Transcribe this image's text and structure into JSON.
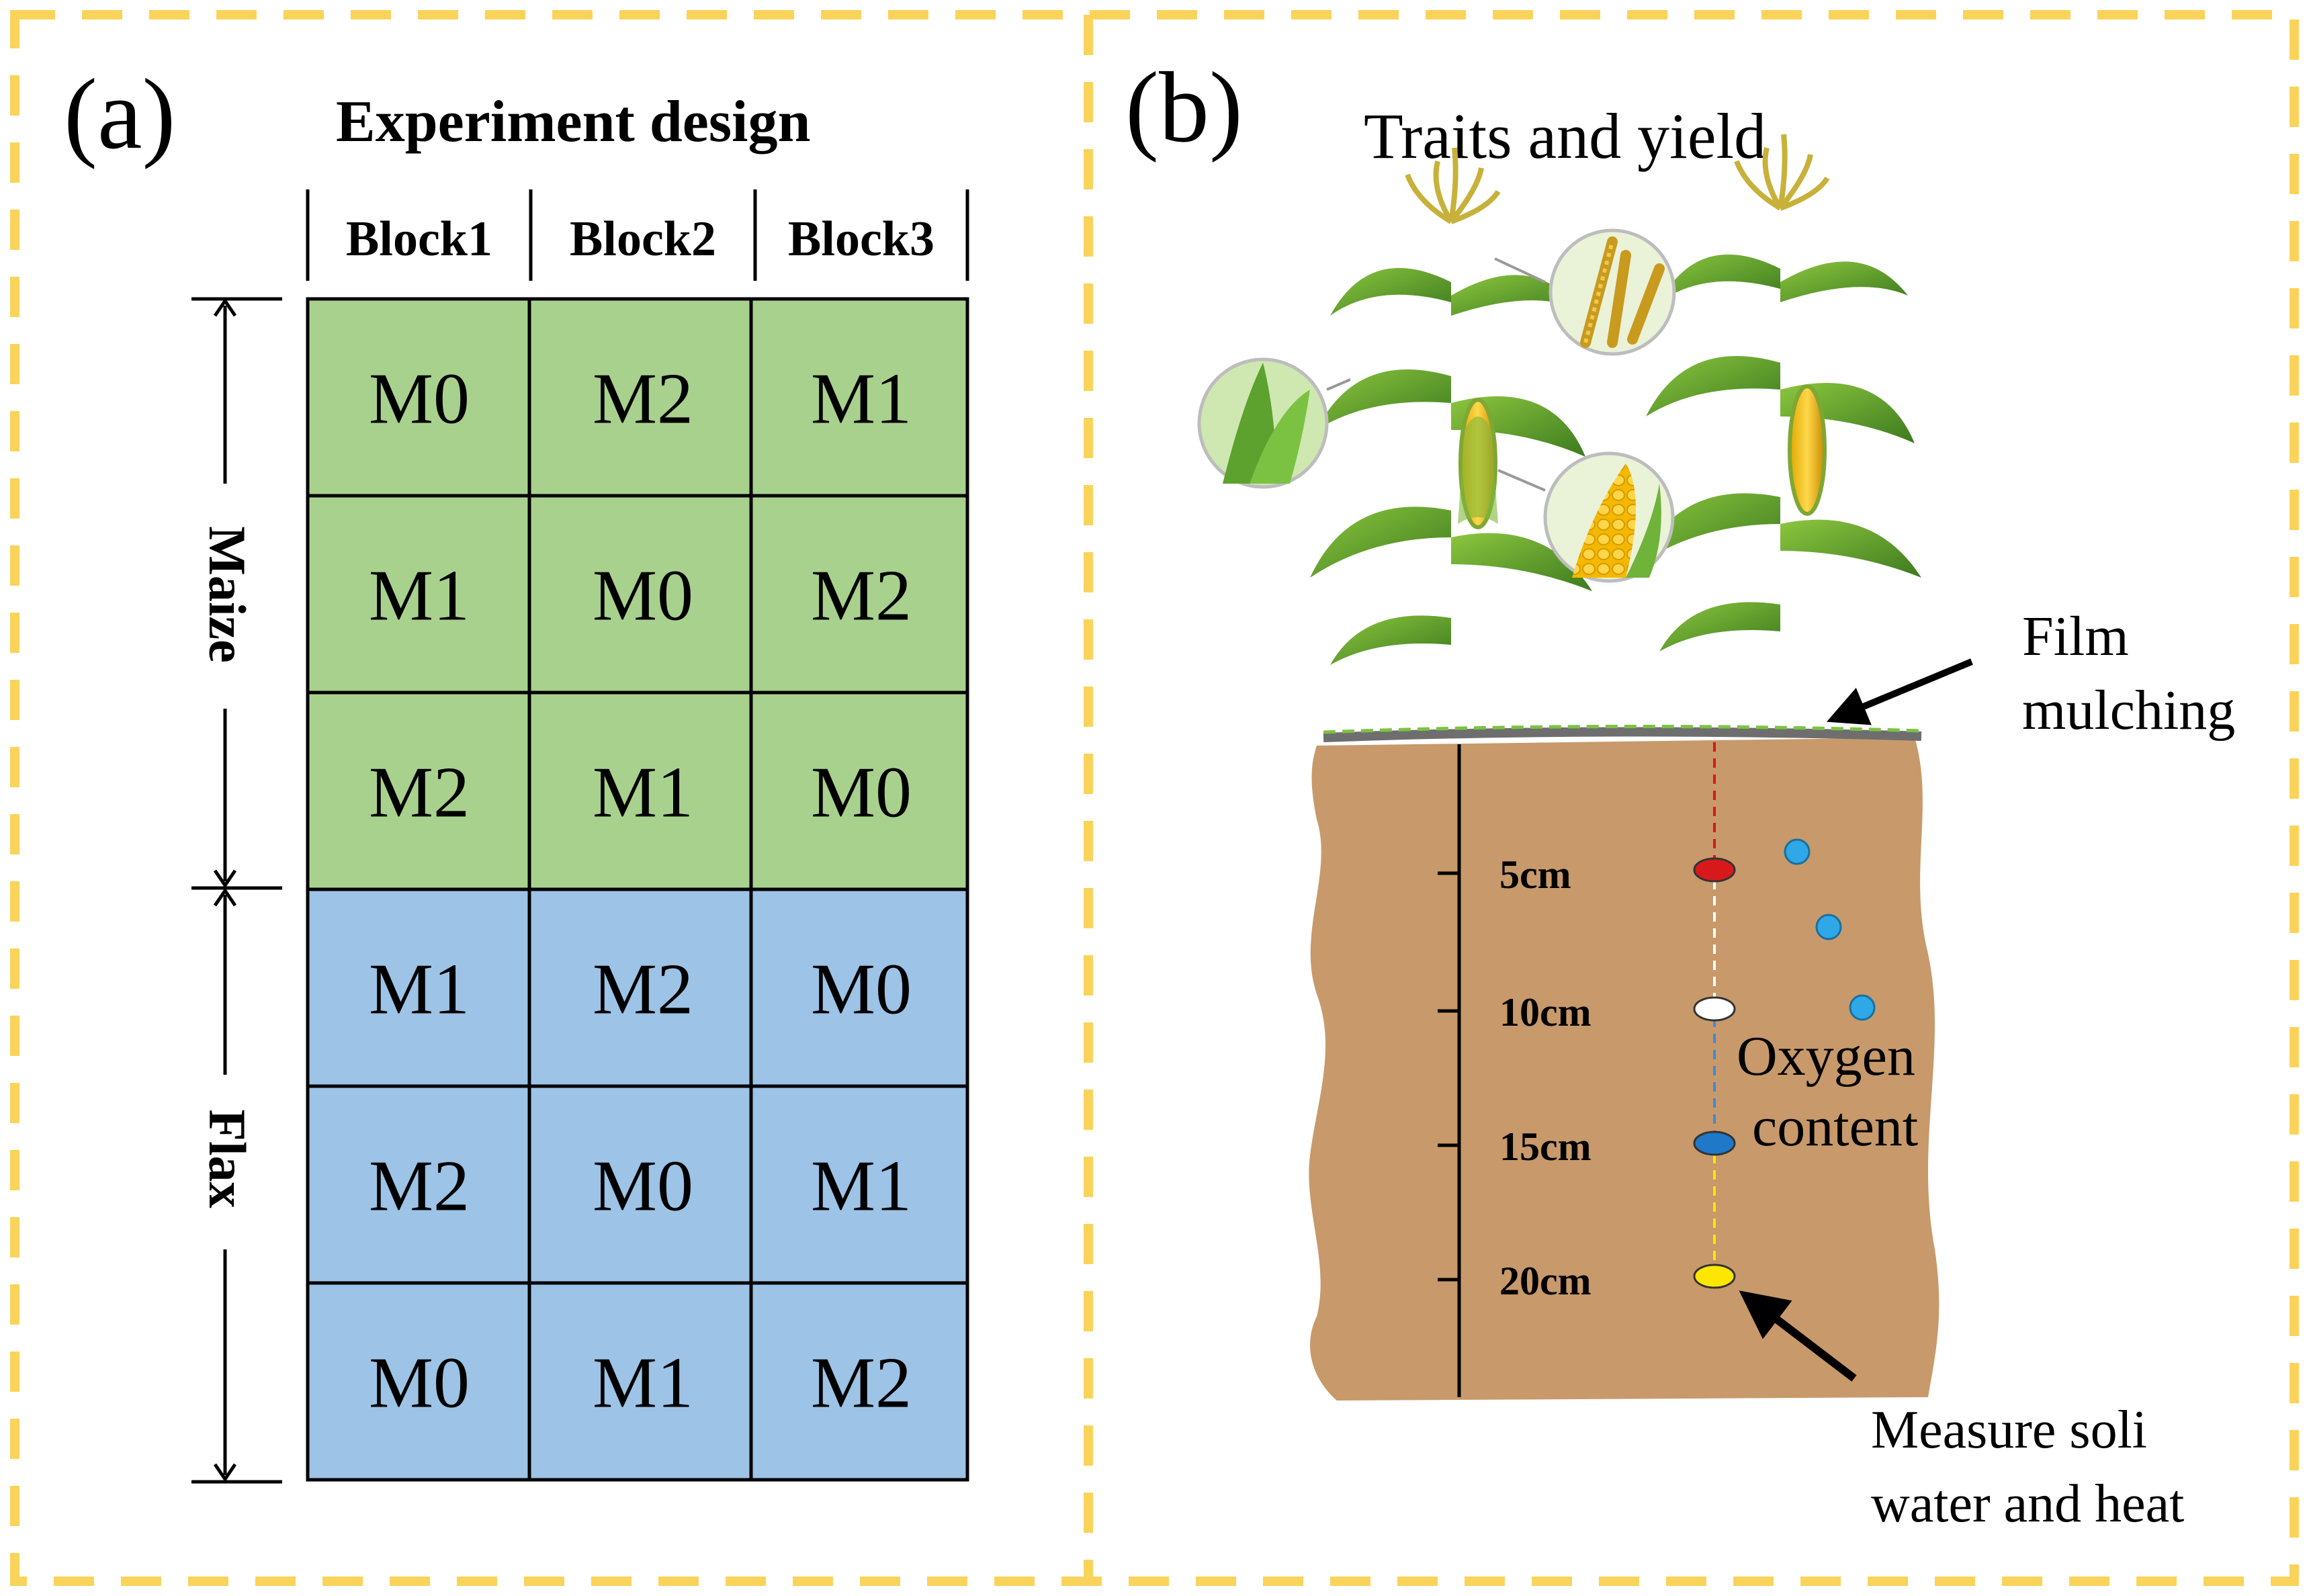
{
  "colors": {
    "frame": "#FAD35A",
    "maize": "#A9D18E",
    "flax": "#9DC3E6",
    "soil": "#C8996A",
    "grid": "#000000"
  },
  "panel_a": {
    "label": "(a)",
    "title": "Experiment design",
    "blocks": [
      "Block1",
      "Block2",
      "Block3"
    ],
    "groups": [
      {
        "name": "Maize",
        "color": "#A9D18E",
        "rows": [
          [
            "M0",
            "M2",
            "M1"
          ],
          [
            "M1",
            "M0",
            "M2"
          ],
          [
            "M2",
            "M1",
            "M0"
          ]
        ]
      },
      {
        "name": "Flax",
        "color": "#9DC3E6",
        "rows": [
          [
            "M1",
            "M2",
            "M0"
          ],
          [
            "M2",
            "M0",
            "M1"
          ],
          [
            "M0",
            "M1",
            "M2"
          ]
        ]
      }
    ]
  },
  "panel_b": {
    "label": "(b)",
    "title": "Traits and yield",
    "film_label": [
      "Film",
      "mulching"
    ],
    "oxygen_label": [
      "Oxygen",
      "content"
    ],
    "measure_label": [
      "Measure soli",
      "water and heat"
    ],
    "depths": [
      {
        "label": "5cm",
        "sensor_color": "#D7191C"
      },
      {
        "label": "10cm",
        "sensor_color": "#FFFFFF"
      },
      {
        "label": "15cm",
        "sensor_color": "#1F78C8"
      },
      {
        "label": "20cm",
        "sensor_color": "#FFE600"
      }
    ],
    "icons": [
      "maize-plant-icon",
      "corn-tassel-icon",
      "corn-ear-icon",
      "corn-leaf-icon",
      "oxygen-bubble-icon"
    ]
  }
}
